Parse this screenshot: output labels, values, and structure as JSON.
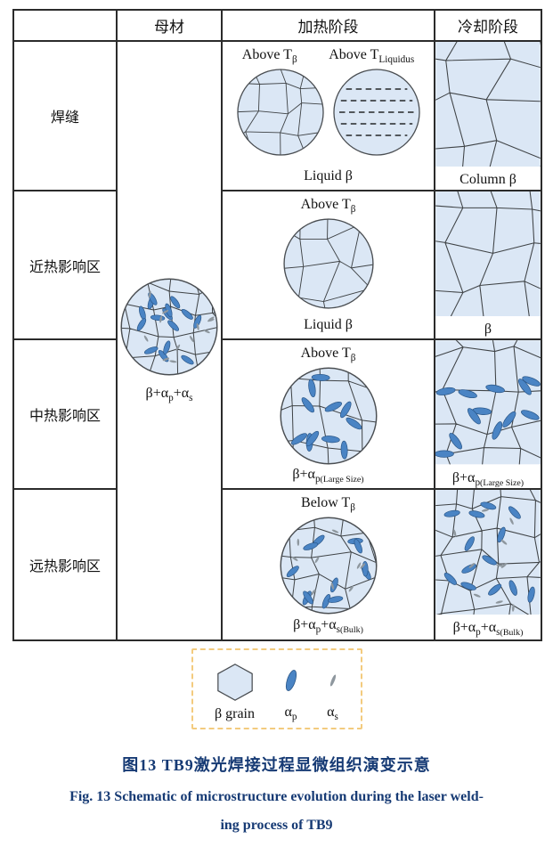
{
  "figure": {
    "colors": {
      "grain_fill": "#dbe7f5",
      "line": "#3f4346",
      "alpha_p": "#4a84c4",
      "alpha_p_edge": "#2a5687",
      "alpha_s": "#8e979e",
      "outline": "#4a4e52",
      "border": "#2b2b2b",
      "legend_border": "#f3cb7e",
      "caption": "#163a74"
    },
    "header": {
      "base": "母材",
      "heating": "加热阶段",
      "cooling": "冷却阶段"
    },
    "base_material": {
      "micro": {
        "shape": "circle",
        "pattern": "grains",
        "step": 22,
        "seed": 11,
        "alphaP": 15,
        "apSize": [
          7,
          2.6
        ],
        "alphaS": 12
      },
      "label": [
        {
          "t": "β+α"
        },
        {
          "t": "p",
          "sub": true
        },
        {
          "t": "+α"
        },
        {
          "t": "s",
          "sub": true
        }
      ]
    },
    "rows": [
      {
        "label": "焊缝",
        "heating": {
          "top_labels": [
            [
              {
                "t": "Above T"
              },
              {
                "t": "β",
                "sub": true
              }
            ],
            [
              {
                "t": "Above T"
              },
              {
                "t": "Liquidus",
                "sub": true
              }
            ]
          ],
          "micros": [
            {
              "shape": "circle",
              "pattern": "grains",
              "step": 32,
              "seed": 21
            },
            {
              "shape": "circle",
              "pattern": "liquid",
              "seed": 22
            }
          ],
          "bottom": [
            {
              "t": "Liquid β"
            }
          ]
        },
        "cooling": {
          "micro": {
            "shape": "rect",
            "pattern": "grains",
            "step": 40,
            "seed": 23
          },
          "bottom": [
            {
              "t": "Column β"
            }
          ]
        }
      },
      {
        "label": "近热影响区",
        "heating": {
          "top_labels": [
            [
              {
                "t": "Above T"
              },
              {
                "t": "β",
                "sub": true
              }
            ]
          ],
          "micros": [
            {
              "shape": "circle",
              "pattern": "grains",
              "step": 34,
              "seed": 31
            }
          ],
          "bottom": [
            {
              "t": "Liquid β"
            }
          ]
        },
        "cooling": {
          "micro": {
            "shape": "rect",
            "pattern": "grains",
            "step": 36,
            "seed": 32
          },
          "bottom": [
            {
              "t": "β"
            }
          ]
        }
      },
      {
        "label": "中热影响区",
        "heating": {
          "top_labels": [
            [
              {
                "t": "Above T"
              },
              {
                "t": "β",
                "sub": true
              }
            ]
          ],
          "micros": [
            {
              "shape": "circle",
              "pattern": "grains",
              "step": 32,
              "seed": 41,
              "alphaP": 11,
              "apSize": [
                9,
                3.2
              ]
            }
          ],
          "bottom": [
            {
              "t": "β+α"
            },
            {
              "t": "p",
              "sub": true
            },
            {
              "t": "(Large Size)",
              "sub": true,
              "small": true
            }
          ]
        },
        "cooling": {
          "micro": {
            "shape": "rect",
            "pattern": "grains",
            "step": 32,
            "seed": 42,
            "alphaP": 12,
            "apSize": [
              9,
              3.2
            ]
          },
          "bottom": [
            {
              "t": "β+α"
            },
            {
              "t": "p",
              "sub": true
            },
            {
              "t": "(Large Size)",
              "sub": true,
              "small": true
            }
          ]
        }
      },
      {
        "label": "远热影响区",
        "heating": {
          "top_labels": [
            [
              {
                "t": "Below T"
              },
              {
                "t": "β",
                "sub": true
              }
            ]
          ],
          "micros": [
            {
              "shape": "circle",
              "pattern": "grains",
              "step": 26,
              "seed": 51,
              "alphaP": 12,
              "apSize": [
                7.5,
                2.8
              ],
              "alphaS": 9
            }
          ],
          "bottom": [
            {
              "t": "β+α"
            },
            {
              "t": "p",
              "sub": true
            },
            {
              "t": "+α"
            },
            {
              "t": "s",
              "sub": true
            },
            {
              "t": "(Bulk)",
              "sub": true,
              "small": true
            }
          ]
        },
        "cooling": {
          "micro": {
            "shape": "rect",
            "pattern": "grains",
            "step": 26,
            "seed": 52,
            "alphaP": 13,
            "apSize": [
              7.5,
              2.8
            ],
            "alphaS": 10
          },
          "bottom": [
            {
              "t": "β+α"
            },
            {
              "t": "p",
              "sub": true
            },
            {
              "t": "+α"
            },
            {
              "t": "s",
              "sub": true
            },
            {
              "t": "(Bulk)",
              "sub": true,
              "small": true
            }
          ]
        }
      }
    ],
    "legend": {
      "items": [
        {
          "icon": "beta-grain-hexagon",
          "label": [
            {
              "t": "β grain"
            }
          ]
        },
        {
          "icon": "alpha-p-ellipse",
          "label": [
            {
              "t": "α"
            },
            {
              "t": "p",
              "sub": true
            }
          ]
        },
        {
          "icon": "alpha-s-sliver",
          "label": [
            {
              "t": "α"
            },
            {
              "t": "s",
              "sub": true
            }
          ]
        }
      ]
    },
    "caption": {
      "zh": "图13  TB9激光焊接过程显微组织演变示意",
      "en_line1": "Fig. 13  Schematic of microstructure evolution during the laser weld-",
      "en_line2": "ing process of TB9"
    }
  }
}
